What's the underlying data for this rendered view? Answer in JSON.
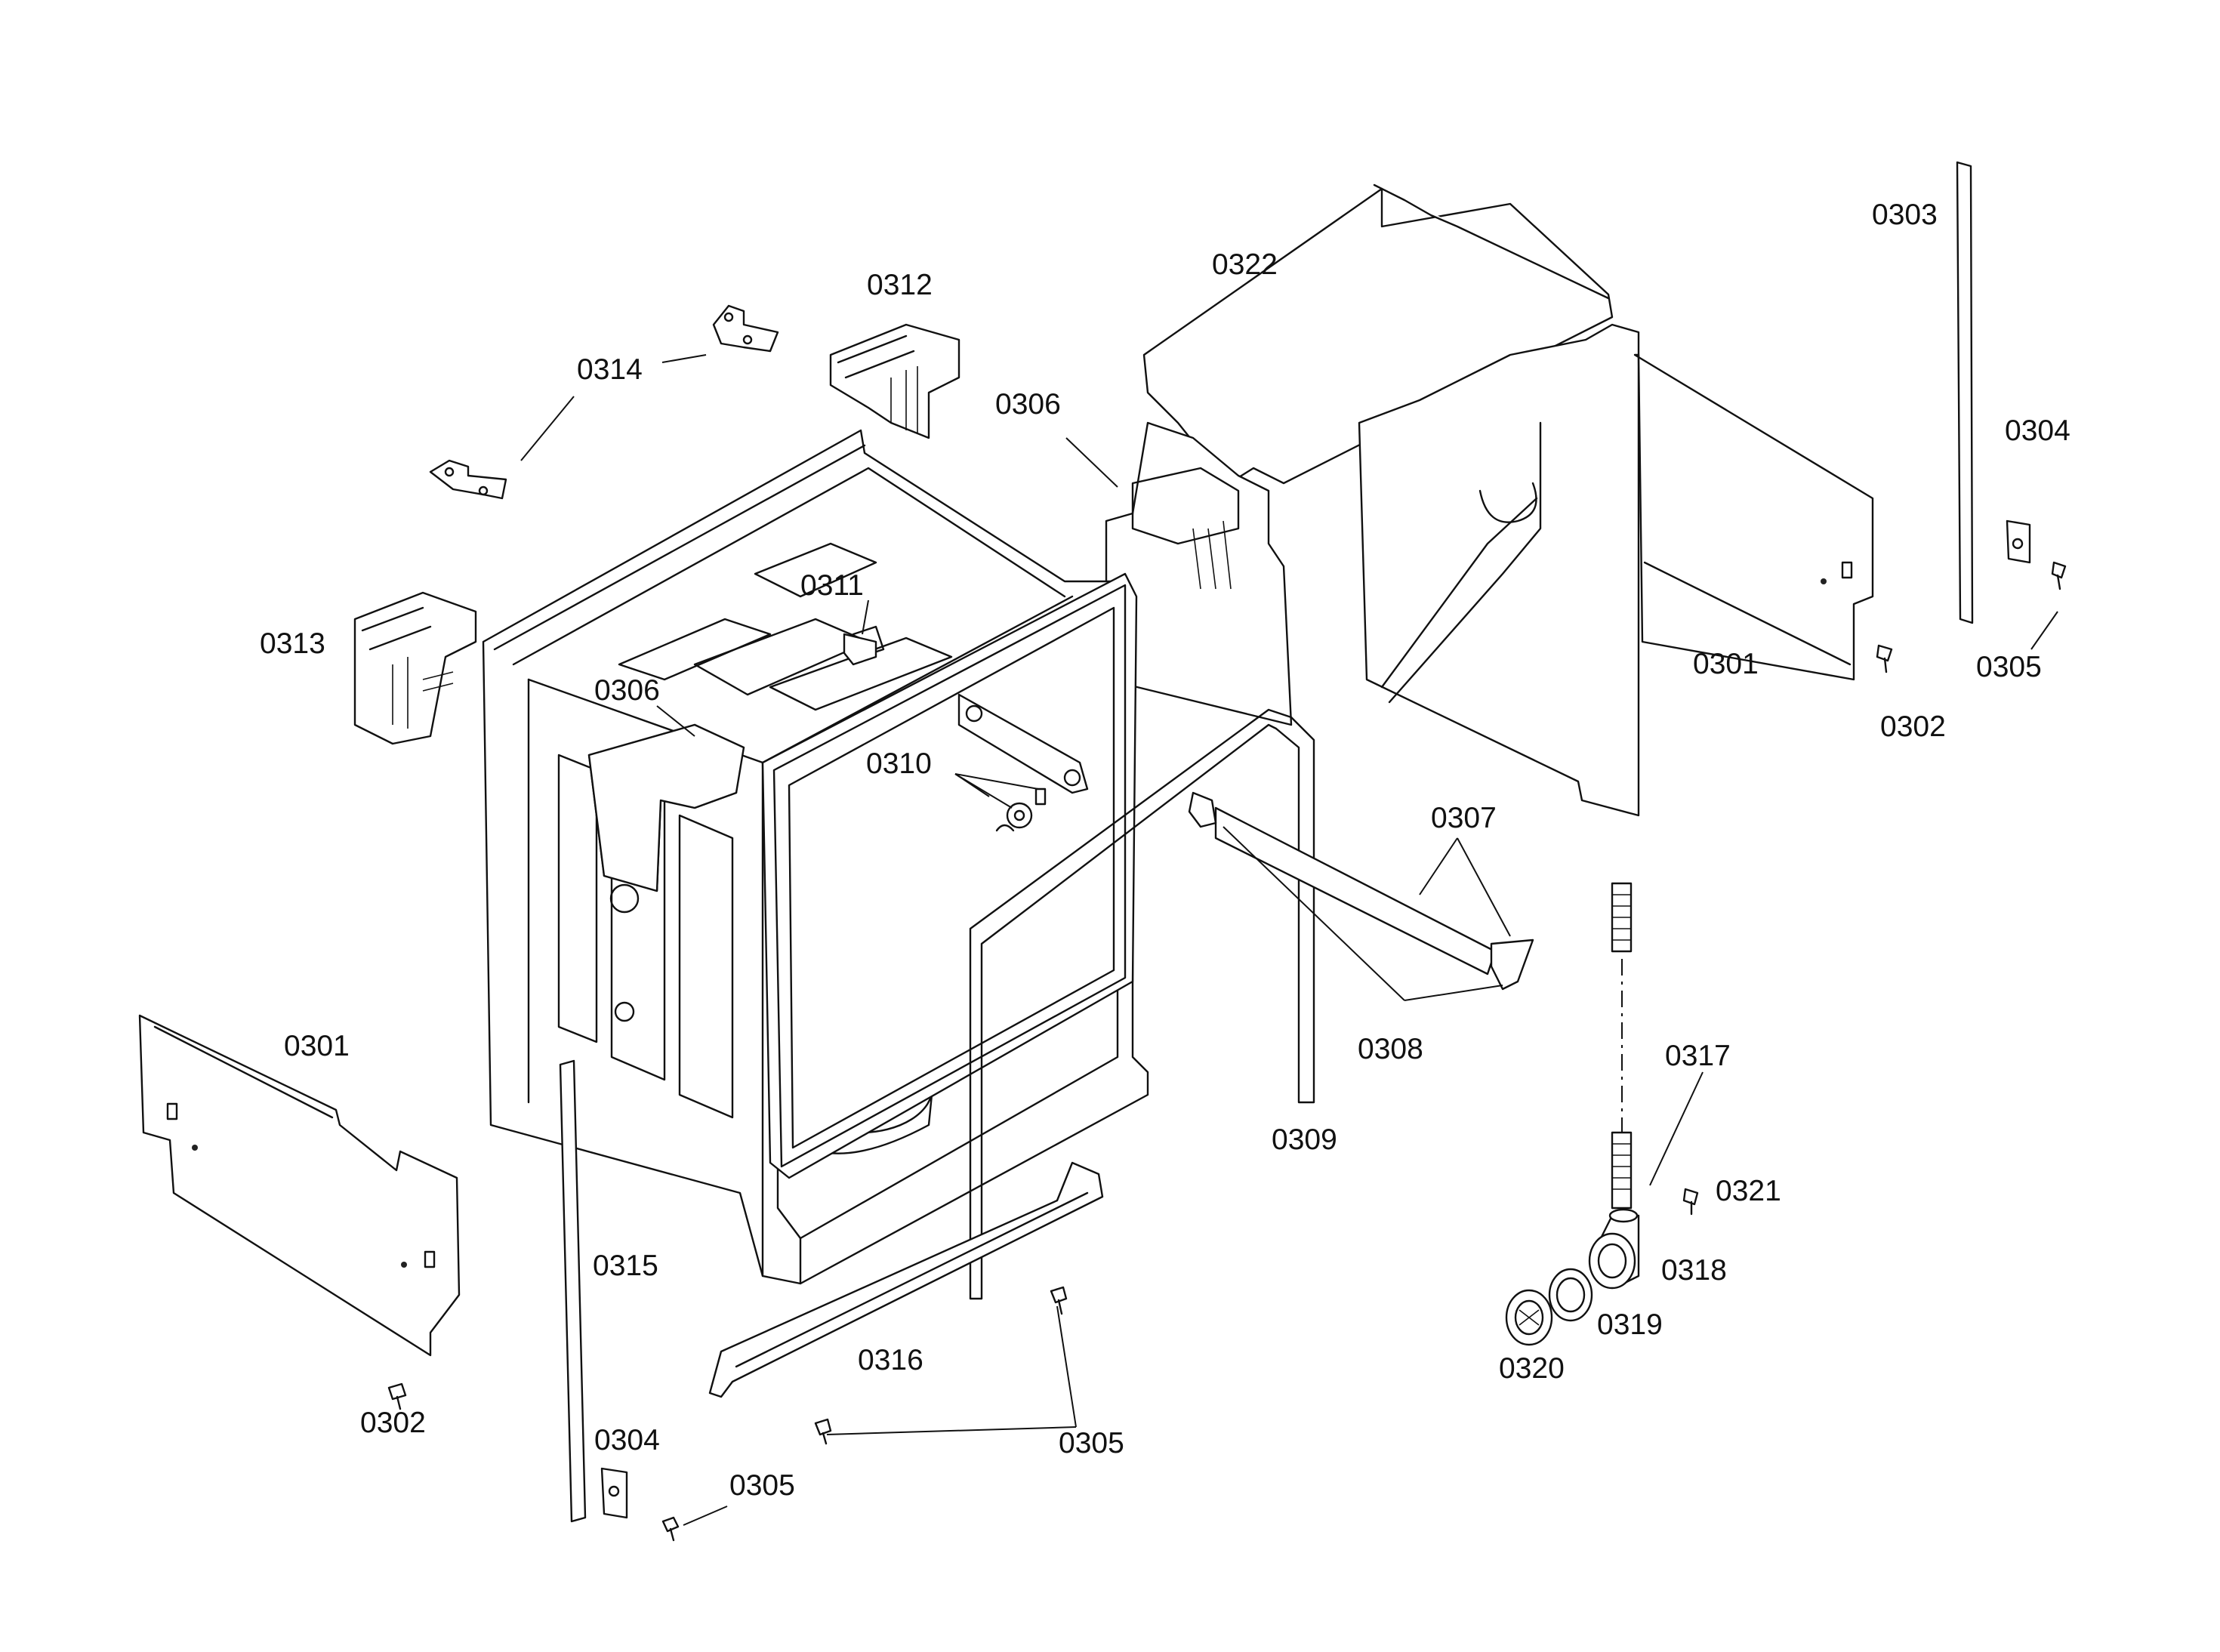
{
  "labels": {
    "l0301a": "0301",
    "l0301b": "0301",
    "l0302a": "0302",
    "l0302b": "0302",
    "l0303": "0303",
    "l0304a": "0304",
    "l0304b": "0304",
    "l0305a": "0305",
    "l0305b": "0305",
    "l0305c": "0305",
    "l0306a": "0306",
    "l0306b": "0306",
    "l0307": "0307",
    "l0308": "0308",
    "l0309": "0309",
    "l0310": "0310",
    "l0311": "0311",
    "l0312": "0312",
    "l0313": "0313",
    "l0314": "0314",
    "l0315": "0315",
    "l0316": "0316",
    "l0317": "0317",
    "l0318": "0318",
    "l0319": "0319",
    "l0320": "0320",
    "l0321": "0321",
    "l0322": "0322"
  }
}
